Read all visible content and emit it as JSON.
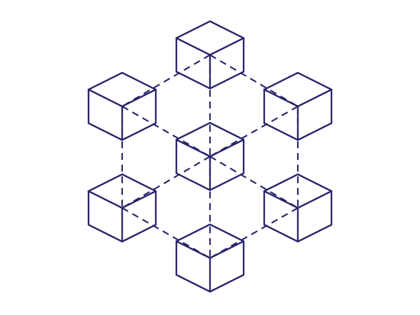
{
  "colors": {
    "stroke": "#28246B",
    "background": "#FFFFFF"
  },
  "diagram": {
    "icon": "blockchain-network-icon",
    "node_shape": "cube",
    "nodes": [
      {
        "id": "top"
      },
      {
        "id": "upper-left"
      },
      {
        "id": "upper-right"
      },
      {
        "id": "center"
      },
      {
        "id": "lower-left"
      },
      {
        "id": "lower-right"
      },
      {
        "id": "bottom"
      }
    ],
    "links": [
      {
        "from": "top",
        "to": "upper-left",
        "style": "dashed"
      },
      {
        "from": "top",
        "to": "upper-right",
        "style": "dashed"
      },
      {
        "from": "top",
        "to": "center",
        "style": "dashed"
      },
      {
        "from": "upper-left",
        "to": "center",
        "style": "dashed"
      },
      {
        "from": "upper-right",
        "to": "center",
        "style": "dashed"
      },
      {
        "from": "upper-left",
        "to": "lower-left",
        "style": "dashed"
      },
      {
        "from": "upper-right",
        "to": "lower-right",
        "style": "dashed"
      },
      {
        "from": "center",
        "to": "lower-left",
        "style": "dashed"
      },
      {
        "from": "center",
        "to": "lower-right",
        "style": "dashed"
      },
      {
        "from": "center",
        "to": "bottom",
        "style": "dashed"
      },
      {
        "from": "lower-left",
        "to": "bottom",
        "style": "dashed"
      },
      {
        "from": "lower-right",
        "to": "bottom",
        "style": "dashed"
      }
    ]
  }
}
